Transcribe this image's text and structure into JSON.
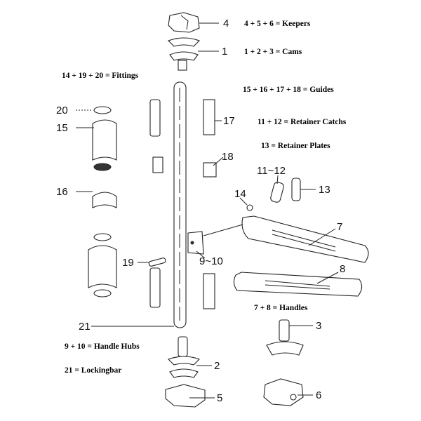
{
  "legend": {
    "keepers": "4 + 5 + 6 = Keepers",
    "cams": "1 + 2 + 3 = Cams",
    "fittings": "14 + 19 + 20 = Fittings",
    "guides": "15 + 16 + 17 + 18 = Guides",
    "retainer_catchs": "11 +  12 = Retainer Catchs",
    "retainer_plates": "13 = Retainer Plates",
    "handles": "7 + 8 = Handles",
    "handle_hubs": "9 + 10 = Handle Hubs",
    "lockingbar": "21 = Lockingbar"
  },
  "callouts": {
    "p4": "4",
    "p1": "1",
    "p20": "20",
    "p15": "15",
    "p17": "17",
    "p18": "18",
    "p11_12": "11~12",
    "p14": "14",
    "p13": "13",
    "p16": "16",
    "p7": "7",
    "p19": "19",
    "p9_10": "9~10",
    "p8": "8",
    "p3": "3",
    "p21": "21",
    "p2": "2",
    "p6": "6",
    "p5": "5"
  }
}
